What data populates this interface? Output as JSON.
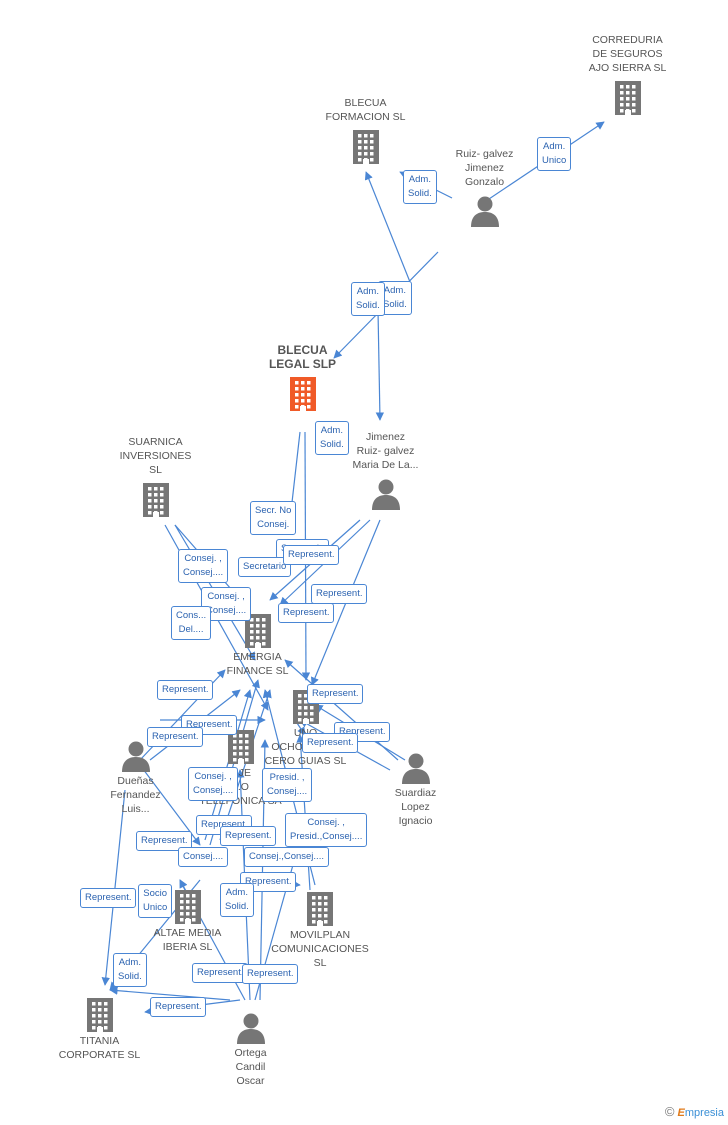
{
  "nodes": [
    {
      "id": "correduria",
      "label": "CORREDURIA\nDE SEGUROS\nAJO SIERRA SL",
      "type": "company"
    },
    {
      "id": "blecua_form",
      "label": "BLECUA\nFORMACION SL",
      "type": "company"
    },
    {
      "id": "ruiz",
      "label": "Ruiz- galvez\nJimenez\nGonzalo",
      "type": "person"
    },
    {
      "id": "blecua_legal",
      "label": "BLECUA\nLEGAL SLP",
      "type": "main"
    },
    {
      "id": "suarnica",
      "label": "SUARNICA\nINVERSIONES\nSL",
      "type": "company"
    },
    {
      "id": "jimenez",
      "label": "Jimenez\nRuiz- galvez\nMaria De La...",
      "type": "person"
    },
    {
      "id": "emergia",
      "label": "EMERGIA\nFINANCE SL",
      "type": "company"
    },
    {
      "id": "uno",
      "label": "UNO\nOCHO CINCO\nCERO GUIAS SL",
      "type": "company"
    },
    {
      "id": "telefonica",
      "label": "...JE\n...O\nTELEFONICA SA",
      "type": "company"
    },
    {
      "id": "duenas",
      "label": "Dueñas\nFernandez\nLuis...",
      "type": "person"
    },
    {
      "id": "suardiaz",
      "label": "Suardiaz\nLopez\nIgnacio",
      "type": "person"
    },
    {
      "id": "altae",
      "label": "ALTAE MEDIA\nIBERIA SL",
      "type": "company"
    },
    {
      "id": "movilplan",
      "label": "MOVILPLAN\nCOMUNICACIONES SL",
      "type": "company"
    },
    {
      "id": "titania",
      "label": "TITANIA\nCORPORATE SL",
      "type": "company"
    },
    {
      "id": "ortega",
      "label": "Ortega\nCandil\nOscar",
      "type": "person"
    }
  ],
  "badges": [
    "Adm.\nUnico",
    "Adm.\nSolid.",
    "Adm.\nSolid.",
    "Adm.\nSolid.",
    "Adm.\nSolid.",
    "Secr.  No\nConsej.",
    "Secretario",
    "Secretario",
    "Represent.",
    "Consej. ,\nConsej....",
    "Represent.",
    "Consej. ,\nConsej....",
    "Represent.",
    "Cons...\nDel....",
    "Represent.",
    "Represent.",
    "Represent.",
    "Represent.",
    "Represent.",
    "Represent.",
    "Consej. ,\nConsej....",
    "Presid. ,\nConsej....",
    "Represent.",
    "Represent.",
    "Consej. ,\nPresid.,Consej....",
    "Represent.",
    "Consej.,Consej....",
    "Consej....",
    "Represent.",
    "Represent.",
    "Socio\nUnico",
    "Adm.\nSolid.",
    "Adm.\nSolid.",
    "Represent.",
    "Represent.",
    "Represent."
  ],
  "colors": {
    "edge": "#4a86d4",
    "company": "#767676",
    "main": "#f05a28",
    "person": "#767676"
  },
  "footer": {
    "copyright": "©",
    "brand_initial": "E",
    "brand_rest": "mpresia"
  }
}
